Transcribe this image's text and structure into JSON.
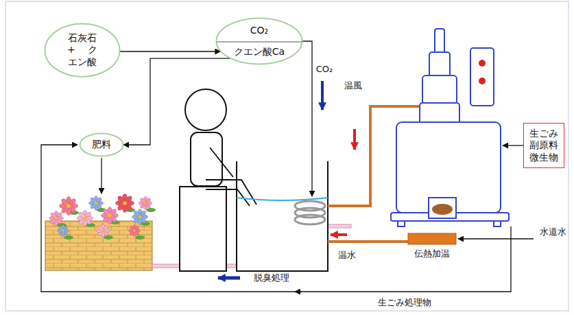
{
  "diagram": {
    "nodes": [
      {
        "text": [
          "石灰石 + クエン酸"
        ]
      },
      {
        "text": [
          "CO₂",
          "クエン酸Ca"
        ]
      },
      {
        "text": [
          "肥料"
        ]
      },
      {
        "text": [
          "生ごみ 副原料 微生物"
        ]
      }
    ],
    "edges": [
      {
        "from": 0,
        "to": 1,
        "arrow": "to"
      },
      {
        "from": 1,
        "to": 2,
        "arrow": "to"
      }
    ],
    "labels": [
      "CO₂",
      "温風",
      "温水",
      "伝熱加温",
      "水道水",
      "脱臭処理",
      "生ごみ処理物"
    ]
  }
}
